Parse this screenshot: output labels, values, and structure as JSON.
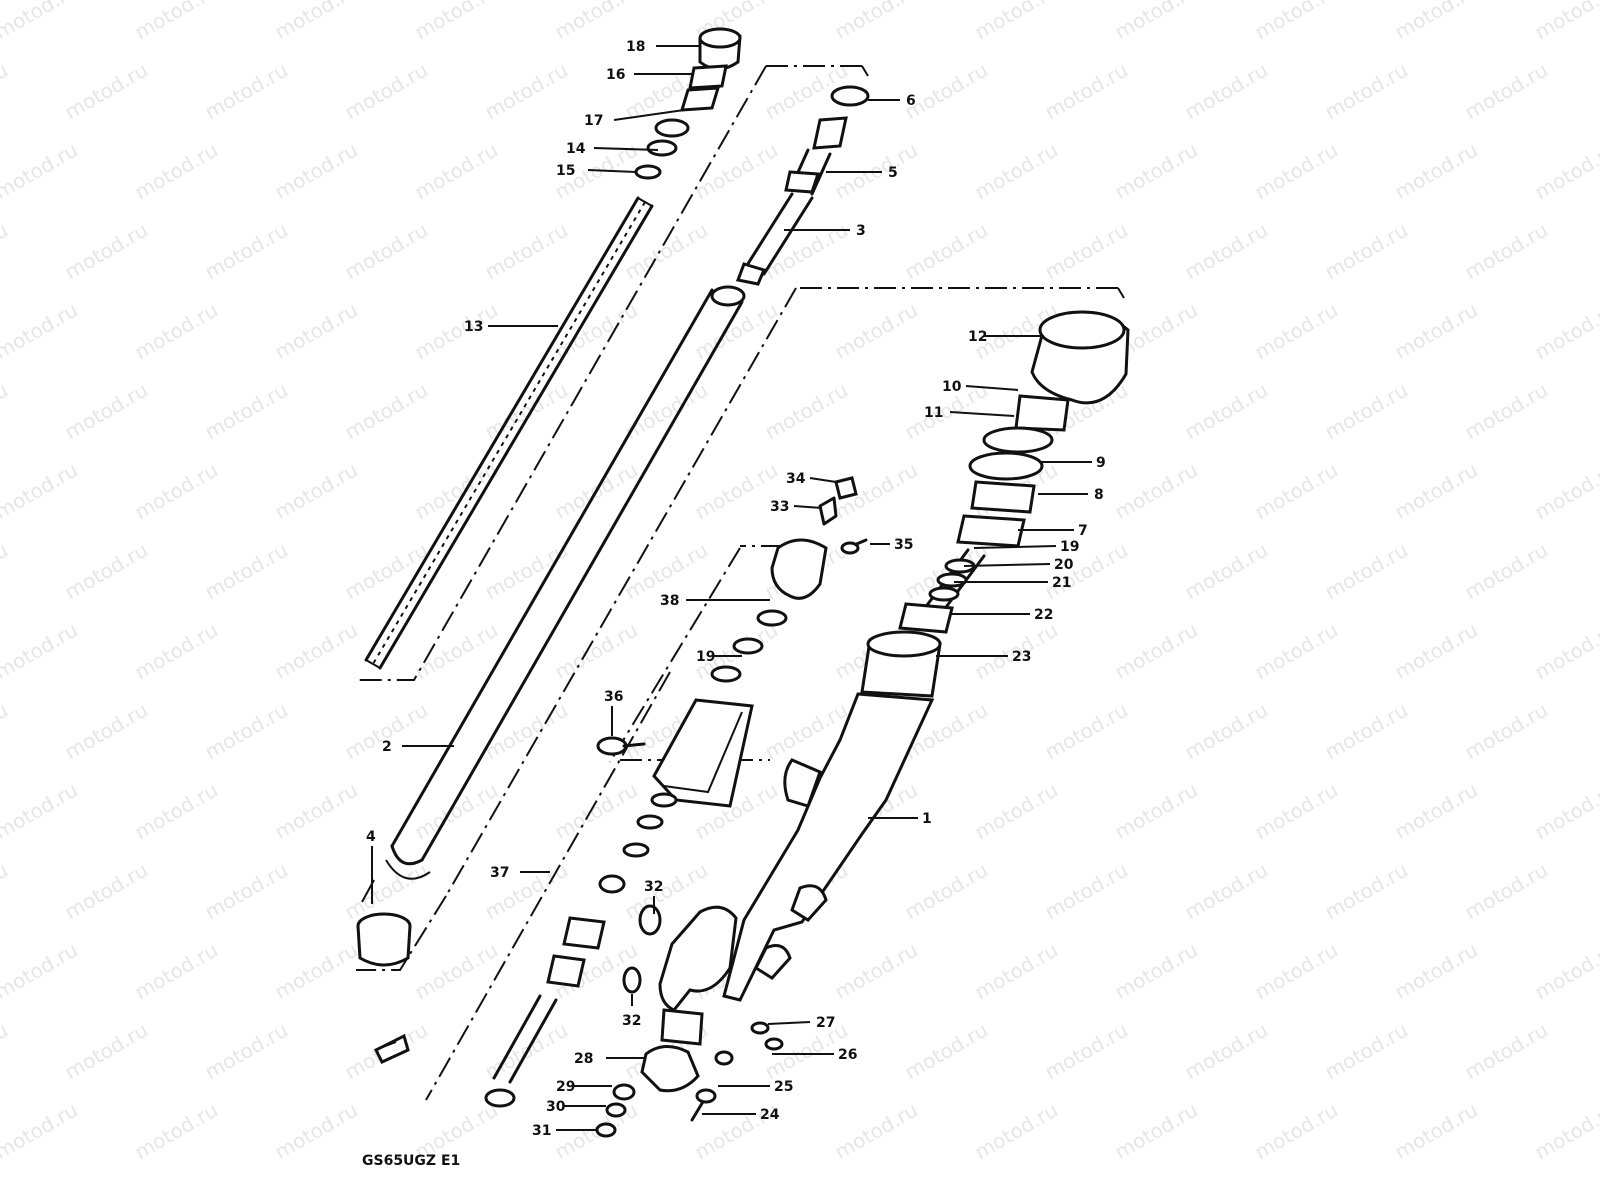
{
  "watermark": "motod.ru",
  "diagram_code": "GS65UGZ E1",
  "callouts": {
    "p1": "1",
    "p2": "2",
    "p3": "3",
    "p4": "4",
    "p5": "5",
    "p6": "6",
    "p7": "7",
    "p8": "8",
    "p9": "9",
    "p10": "10",
    "p11": "11",
    "p12": "12",
    "p13": "13",
    "p14": "14",
    "p15": "15",
    "p16": "16",
    "p17": "17",
    "p18": "18",
    "p19a": "19",
    "p19b": "19",
    "p20": "20",
    "p21": "21",
    "p22": "22",
    "p23": "23",
    "p24": "24",
    "p25": "25",
    "p26": "26",
    "p27": "27",
    "p28": "28",
    "p29": "29",
    "p30": "30",
    "p31": "31",
    "p32a": "32",
    "p32b": "32",
    "p33": "33",
    "p34": "34",
    "p35": "35",
    "p36": "36",
    "p37": "37",
    "p38": "38"
  },
  "colors": {
    "ink": "#111111",
    "watermark": "#e6e6e6",
    "background": "#ffffff"
  }
}
